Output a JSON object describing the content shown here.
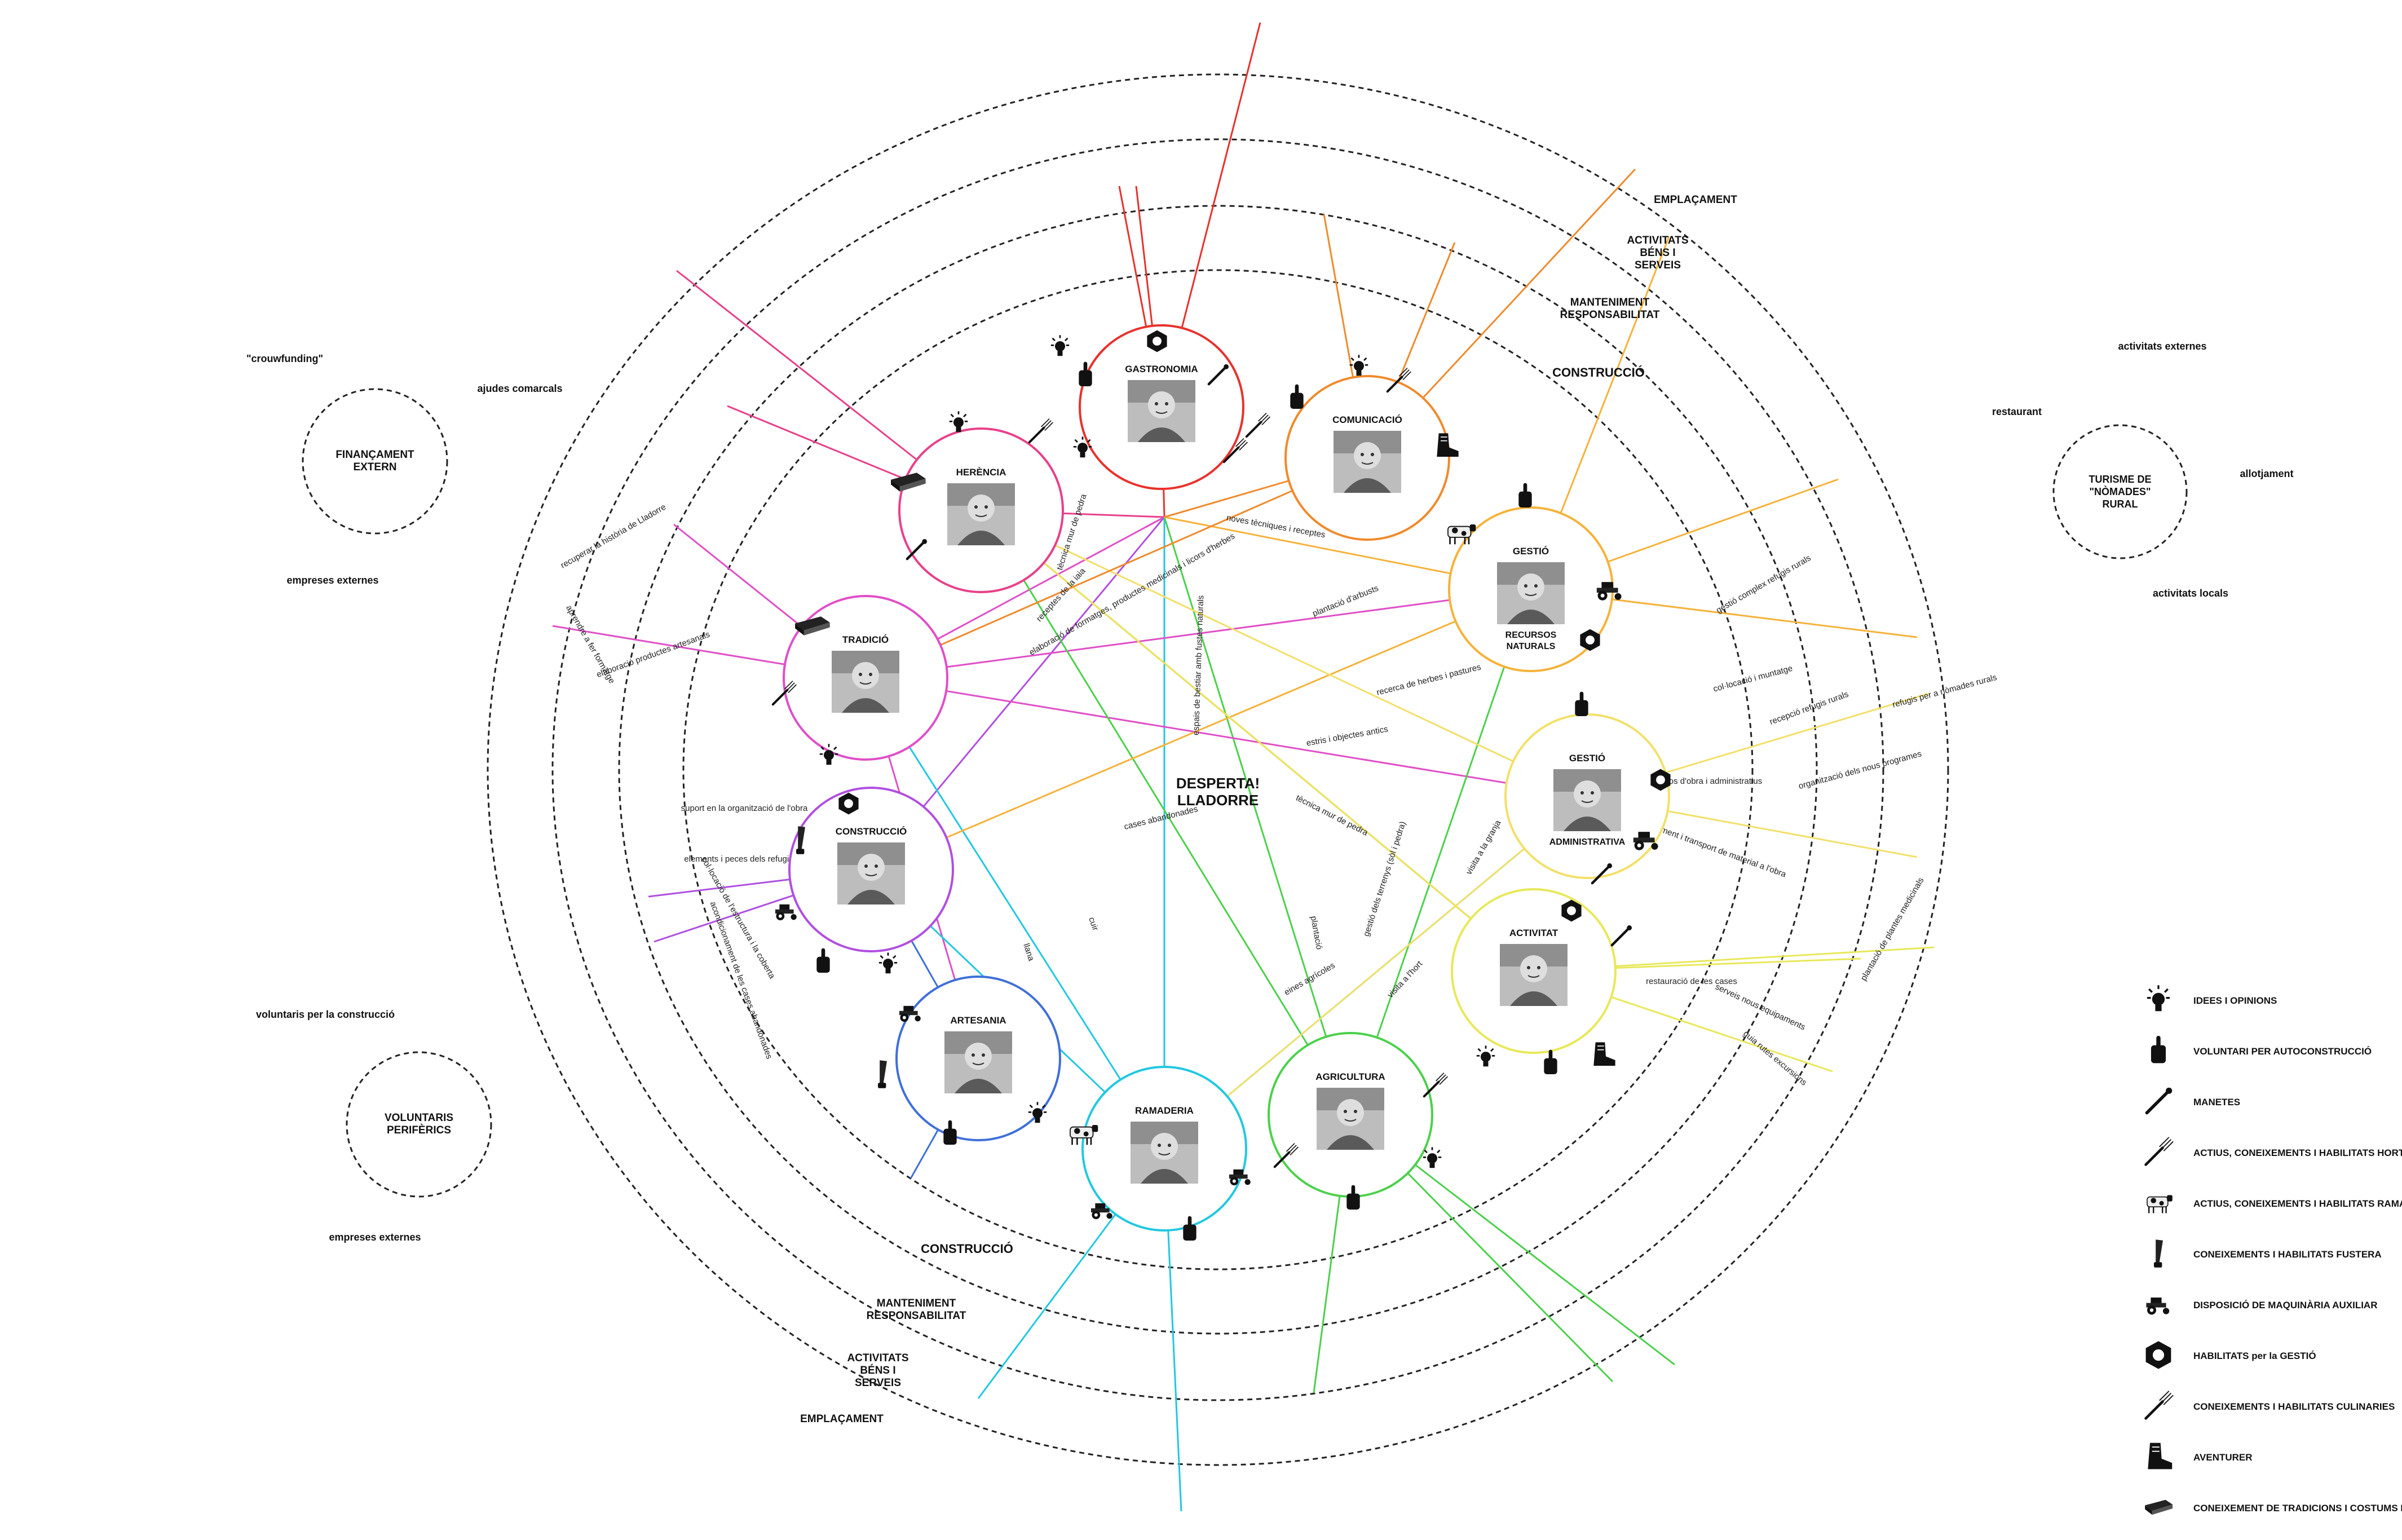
{
  "center": {
    "line1": "DESPERTA!",
    "line2": "LLADORRE"
  },
  "rings": [
    "CONSTRUCCIÓ",
    "MANTENIMENT",
    "RESPONSABILITAT",
    "ACTIVITATS",
    "BÉNS I",
    "SERVEIS",
    "EMPLAÇAMENT"
  ],
  "nodes": [
    {
      "id": "gastronomia",
      "title": "GASTRONOMIA",
      "color": "#e8312c"
    },
    {
      "id": "comunicacio",
      "title": "COMUNICACIÓ",
      "color": "#f08a2c"
    },
    {
      "id": "gestio-rn",
      "title": "GESTIÓ",
      "subtitle": "RECURSOS",
      "subtitle2": "NATURALS",
      "color": "#f5b23a"
    },
    {
      "id": "gestio-adm",
      "title": "GESTIÓ",
      "subtitle": "ADMINISTRATIVA",
      "color": "#f2e06a"
    },
    {
      "id": "activitat",
      "title": "ACTIVITAT",
      "color": "#e8e85a"
    },
    {
      "id": "agricultura",
      "title": "AGRICULTURA",
      "color": "#4cd04c"
    },
    {
      "id": "ramaderia",
      "title": "RAMADERIA",
      "color": "#22c8e0"
    },
    {
      "id": "artesania",
      "title": "ARTESANIA",
      "color": "#3f6fd8"
    },
    {
      "id": "construccio",
      "title": "CONSTRUCCIÓ",
      "color": "#b04fe0"
    },
    {
      "id": "tradicio",
      "title": "TRADICIÓ",
      "color": "#e04fc8"
    },
    {
      "id": "herencia",
      "title": "HERÈNCIA",
      "color": "#e8408a"
    }
  ],
  "outer": {
    "financament": {
      "line1": "FINANÇAMENT",
      "line2": "EXTERN"
    },
    "voluntaris": {
      "line1": "VOLUNTARIS",
      "line2": "PERIFÈRICS"
    },
    "turisme": {
      "line1": "TURISME DE",
      "line2": "\"NÒMADES\"",
      "line3": "RURAL"
    },
    "labels": {
      "crowfunding": "\"crouwfunding\"",
      "ajudes": "ajudes comarcals",
      "empreses1": "empreses externes",
      "voluntaris_constr": "voluntaris per la construcció",
      "empreses2": "empreses externes",
      "act_externes": "activitats externes",
      "restaurant": "restaurant",
      "allotjament": "allotjament",
      "act_locals": "activitats locals"
    }
  },
  "links": {
    "l1": "tècnica mur de pedra",
    "l2": "noves tècniques i receptes",
    "l3": "receptes de la iaia",
    "l4": "elaboració de formatges, productes medicinals i licors d'herbes",
    "l5": "plantació d'arbusts",
    "l6": "espais de bestiar amb fustes naturals",
    "l7": "recerca de herbes i pastures",
    "l8": "estris i objectes antics",
    "l9": "cases abandonades",
    "l10": "tècnica mur de pedra",
    "l11": "gestió dels terrenys (sòl i pedra)",
    "l12": "visita a la granja",
    "l13": "plantació",
    "l14": "visita a l'hort",
    "l15": "eines agrícoles",
    "l16": "llana",
    "l17": "cuir",
    "l18": "suport en la organització de l'obra",
    "l19": "elements i peces dels refugis",
    "l20": "col·locació de l'estructura i la coberta",
    "l21": "acondicionament de les cases abandonades",
    "l22": "aprendre a fer formatge",
    "l23": "elaboració productes artesanals",
    "l24": "recuperar la història de Lladorre",
    "l25": "col·locació i muntatge",
    "l26": "recepció refugis rurals",
    "l27": "permisos d'obra i administratius",
    "l28": "organització dels nous programes",
    "l29": "moviment i transport de material a l'obra",
    "l30": "refugis per a nòmades rurals",
    "l31": "gestió complex refugis rurals",
    "l32": "restauració de les cases",
    "l33": "guia rutes excursions",
    "l34": "plantació de plantes medicinals",
    "l35": "serveis nous equipaments"
  },
  "legend": [
    {
      "icon": "bulb-icon",
      "text": "IDEES I OPINIONS"
    },
    {
      "icon": "hand-icon",
      "text": "VOLUNTARI PER AUTOCONSTRUCCIÓ"
    },
    {
      "icon": "tool-icon",
      "text": "MANETES"
    },
    {
      "icon": "fork-icon",
      "text": "ACTIUS, CONEIXEMENTS I HABILITATS HORTÍCOLES"
    },
    {
      "icon": "cow-icon",
      "text": "ACTIUS, CONEIXEMENTS I HABILITATS RAMADERS"
    },
    {
      "icon": "saw-icon",
      "text": "CONEIXEMENTS I HABILITATS FUSTERA"
    },
    {
      "icon": "tractor-icon",
      "text": "DISPOSICIÓ DE MAQUINÀRIA AUXILIAR"
    },
    {
      "icon": "nut-icon",
      "text": "HABILITATS per la GESTIÓ"
    },
    {
      "icon": "whisk-icon",
      "text": "CONEIXEMENTS I HABILITATS CULINARIES"
    },
    {
      "icon": "boot-icon",
      "text": "AVENTURER"
    },
    {
      "icon": "book-icon",
      "text": "CONEIXEMENT DE TRADICIONS I COSTUMS RURALS"
    }
  ]
}
